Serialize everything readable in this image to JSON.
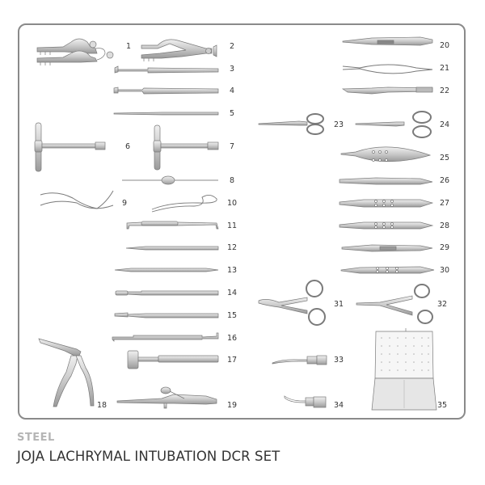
{
  "product": {
    "material": "STEEL",
    "name": "JOJA LACHRYMAL INTUBATION DCR SET"
  },
  "colors": {
    "border": "#8a8a8a",
    "instrument_fill": "#d8d8d8",
    "instrument_stroke": "#7a7a7a",
    "material_label": "#b5b5b5",
    "title_text": "#333333"
  },
  "instruments": [
    {
      "number": "1"
    },
    {
      "number": "2"
    },
    {
      "number": "3"
    },
    {
      "number": "4"
    },
    {
      "number": "5"
    },
    {
      "number": "6"
    },
    {
      "number": "7"
    },
    {
      "number": "8"
    },
    {
      "number": "9"
    },
    {
      "number": "10"
    },
    {
      "number": "11"
    },
    {
      "number": "12"
    },
    {
      "number": "13"
    },
    {
      "number": "14"
    },
    {
      "number": "15"
    },
    {
      "number": "16"
    },
    {
      "number": "17"
    },
    {
      "number": "18"
    },
    {
      "number": "19"
    },
    {
      "number": "20"
    },
    {
      "number": "21"
    },
    {
      "number": "22"
    },
    {
      "number": "23"
    },
    {
      "number": "24"
    },
    {
      "number": "25"
    },
    {
      "number": "26"
    },
    {
      "number": "27"
    },
    {
      "number": "28"
    },
    {
      "number": "29"
    },
    {
      "number": "30"
    },
    {
      "number": "31"
    },
    {
      "number": "32"
    },
    {
      "number": "33"
    },
    {
      "number": "34"
    },
    {
      "number": "35"
    }
  ]
}
